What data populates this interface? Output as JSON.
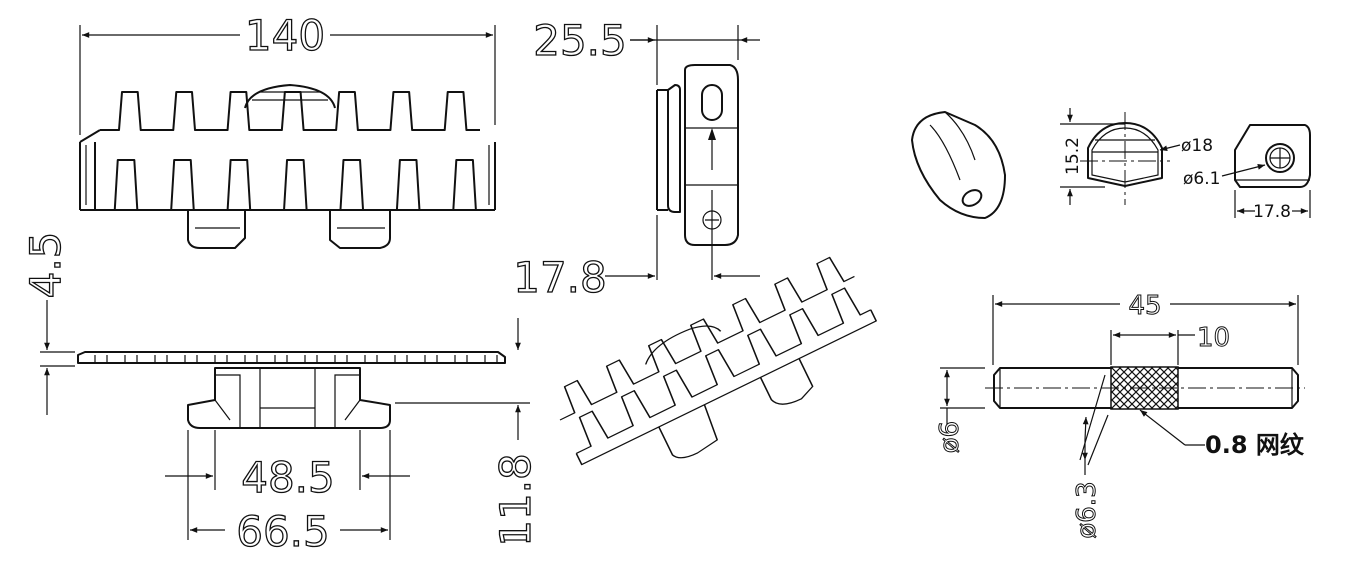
{
  "drawing": {
    "main_views": {
      "overall_length": "140",
      "side_width": "25.5",
      "side_offset": "17.8",
      "plate_thickness": "4.5",
      "inner_tab_spacing": "48.5",
      "outer_tab_spacing": "66.5",
      "total_height": "11.8"
    },
    "knob_detail": {
      "height": "15.2",
      "diameter": "ø18",
      "hole_diameter": "ø6.1",
      "width": "17.8"
    },
    "pin_detail": {
      "length": "45",
      "knurl_length": "10",
      "diameter": "ø6",
      "knurl_diameter": "ø6.3",
      "knurl_note": "0.8 网纹"
    }
  }
}
